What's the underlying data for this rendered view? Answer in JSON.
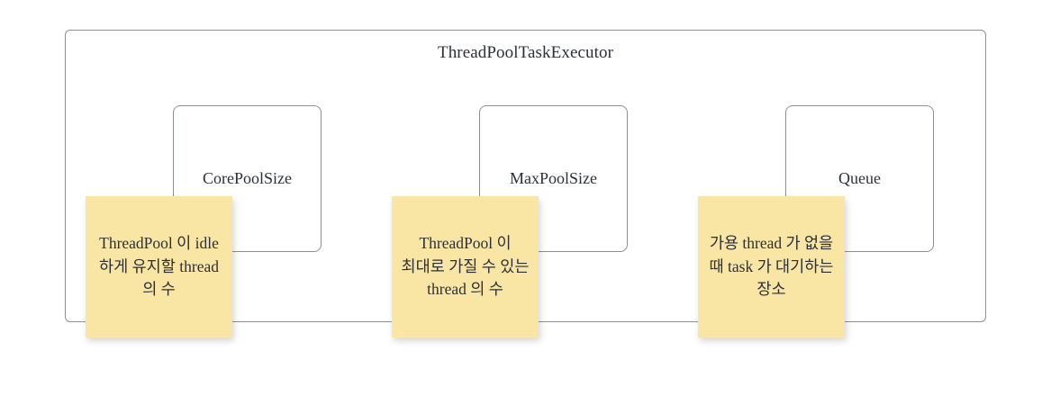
{
  "diagram": {
    "title": "ThreadPoolTaskExecutor",
    "colors": {
      "note_fill": "#f9e5a4",
      "box_border": "#8a8f99",
      "text": "#2b3038",
      "background": "#ffffff"
    },
    "boxes": [
      {
        "label": "CorePoolSize"
      },
      {
        "label": "MaxPoolSize"
      },
      {
        "label": "Queue"
      }
    ],
    "notes": [
      {
        "text": "ThreadPool 이 idle 하게 유지할 thread 의 수"
      },
      {
        "text": "ThreadPool 이 최대로 가질 수 있는 thread 의 수"
      },
      {
        "text": "가용 thread 가 없을 때 task 가 대기하는 장소"
      }
    ]
  }
}
